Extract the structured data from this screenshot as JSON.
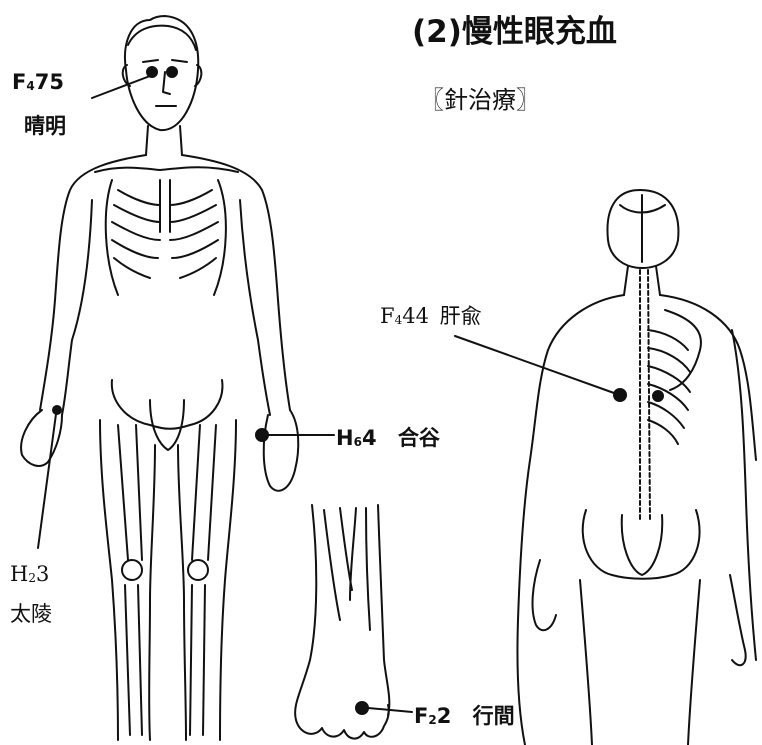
{
  "header": {
    "title": "(2)慢性眼充血",
    "subtitle": "〖針治療〗"
  },
  "points": {
    "f475": {
      "code_letter": "F",
      "code_sub": "4",
      "code_num": "75",
      "name": "晴明"
    },
    "h64": {
      "code_letter": "H",
      "code_sub": "6",
      "code_num": "4",
      "name": "合谷"
    },
    "h23": {
      "code_letter": "H",
      "code_sub": "2",
      "code_num": "3",
      "name": "太陵"
    },
    "f444": {
      "code_letter": "F",
      "code_sub": "4",
      "code_num": "44",
      "name": "肝兪"
    },
    "f22": {
      "code_letter": "F",
      "code_sub": "2",
      "code_num": "2",
      "name": "行間"
    }
  },
  "colors": {
    "ink": "#111111",
    "paper": "#ffffff"
  }
}
